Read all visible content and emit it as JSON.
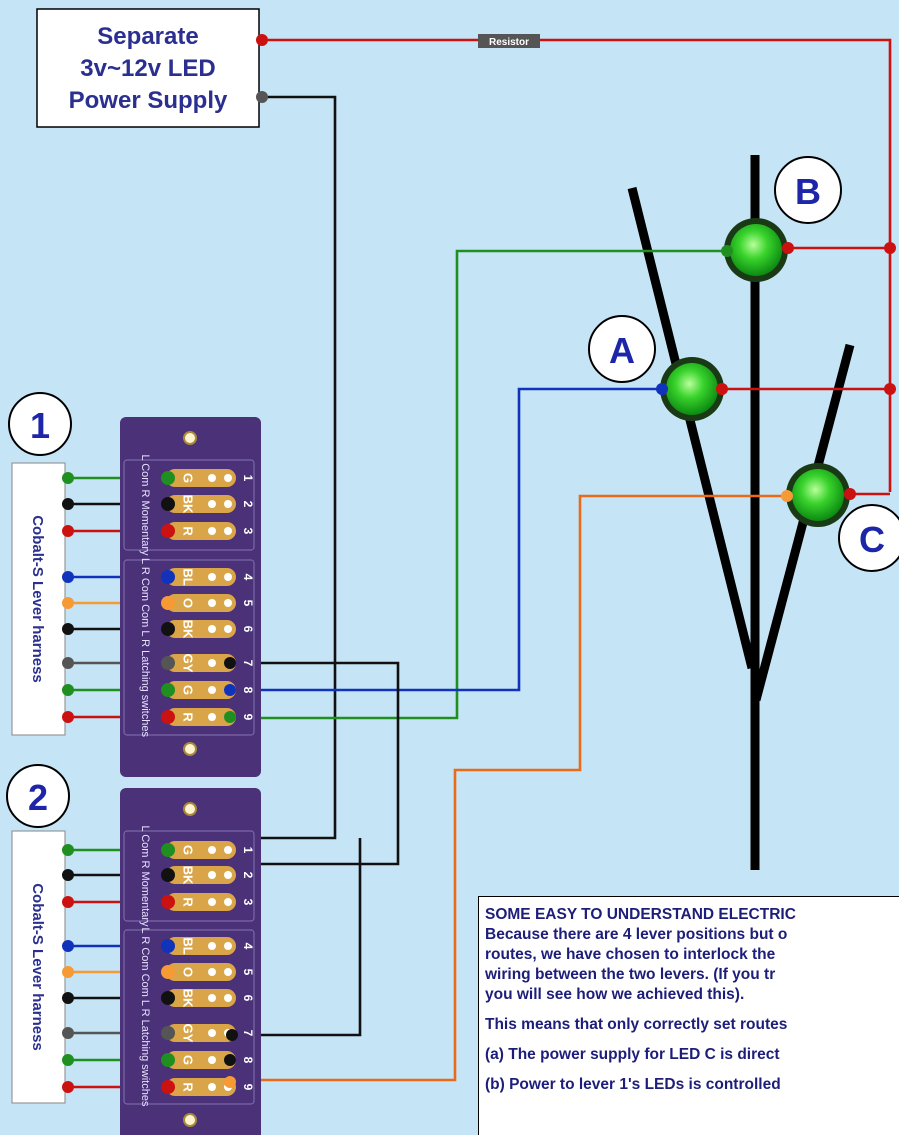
{
  "power_supply": {
    "line1": "Separate",
    "line2": "3v~12v LED",
    "line3": "Power Supply"
  },
  "resistor_label": "Resistor",
  "leds": {
    "a": "A",
    "b": "B",
    "c": "C"
  },
  "levers": [
    {
      "number": "1",
      "harness_label": "Cobalt-S Lever harness"
    },
    {
      "number": "2",
      "harness_label": "Cobalt-S Lever harness"
    }
  ],
  "board": {
    "pin_labels": [
      "G",
      "BK",
      "R",
      "BL",
      "O",
      "BK",
      "GY",
      "G",
      "R"
    ],
    "pin_numbers": [
      "1",
      "2",
      "3",
      "4",
      "5",
      "6",
      "7",
      "8",
      "9"
    ],
    "group_labels": {
      "momentary": [
        "L",
        "Com",
        "R",
        "Momentary"
      ],
      "latching": [
        "L",
        "R",
        "Com",
        "Com",
        "L",
        "R",
        "Latching switches"
      ]
    }
  },
  "colors": {
    "green": "#1f8f1f",
    "black": "#111111",
    "red": "#cc1111",
    "blue": "#1133bb",
    "orange": "#f59a35",
    "grey": "#555555",
    "wire_orange": "#ea6a17",
    "board_purple": "#4a3178",
    "label_blue": "#2b2f8f"
  },
  "note": {
    "heading": "SOME EASY TO UNDERSTAND ELECTRIC",
    "line1": "Because there are 4 lever positions but o",
    "line2": "routes, we have chosen to interlock the",
    "line3": "wiring between the two levers. (If you tr",
    "line4": "you will see how we achieved this).",
    "line5": "This means that only correctly set routes",
    "line6": "(a)   The power supply for LED C is direct",
    "line7": "(b)   Power to lever 1's LEDs is controlled"
  }
}
